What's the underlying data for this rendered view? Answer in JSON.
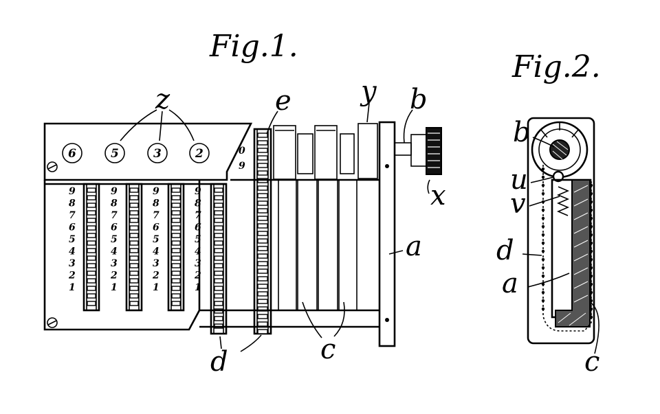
{
  "fig1": {
    "title": "Fig.1.",
    "dials": [
      "6",
      "5",
      "3",
      "2"
    ],
    "column_numbers": [
      "9",
      "8",
      "7",
      "6",
      "5",
      "4",
      "3",
      "2",
      "1"
    ],
    "window_digits": [
      "0",
      "9"
    ],
    "labels": {
      "z": "z",
      "e": "e",
      "y": "y",
      "b": "b",
      "x": "x",
      "a": "a",
      "c": "c",
      "d": "d"
    }
  },
  "fig2": {
    "title": "Fig.2.",
    "labels": {
      "b": "b",
      "u": "u",
      "v": "v",
      "d": "d",
      "a": "a",
      "c": "c"
    }
  }
}
